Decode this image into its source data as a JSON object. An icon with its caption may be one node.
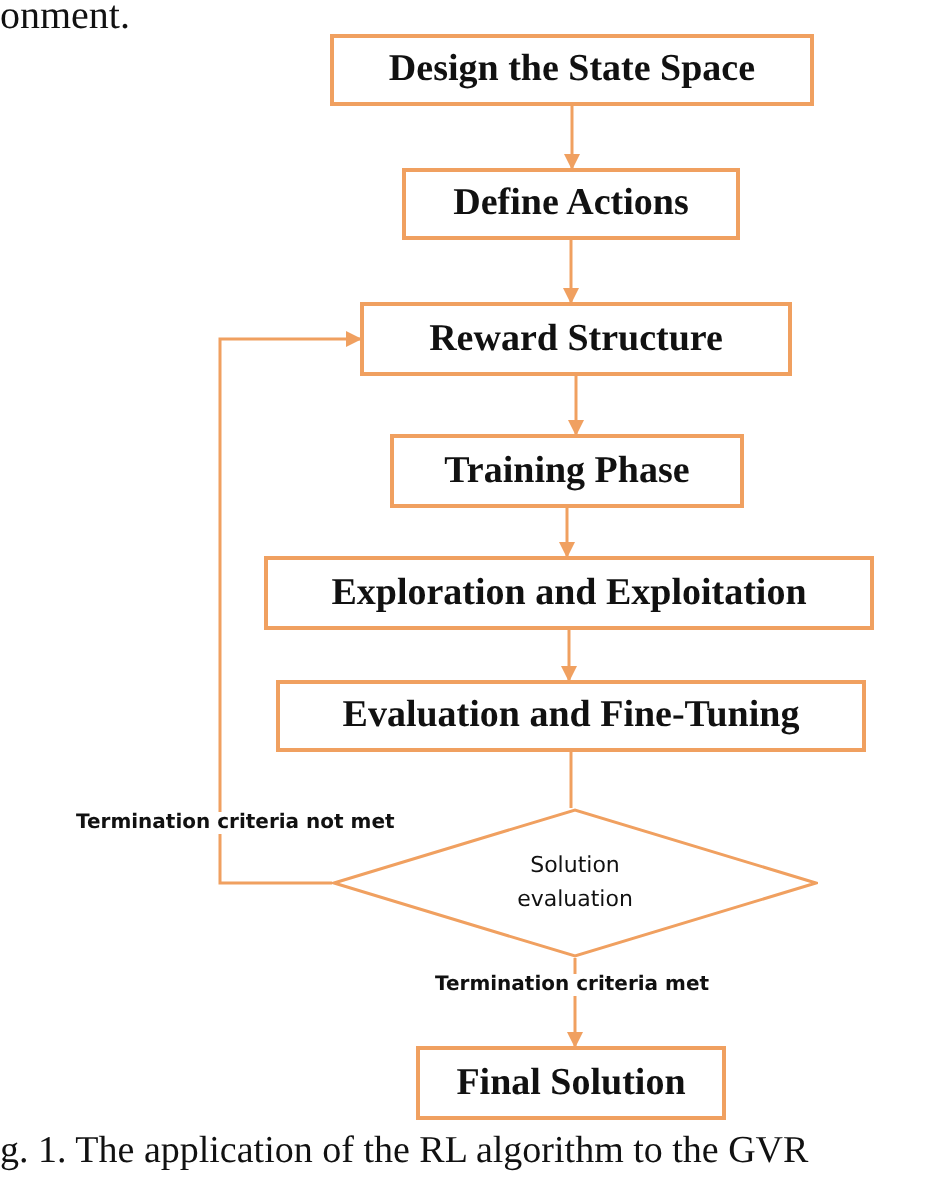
{
  "diagram": {
    "caption": "g. 1. The application of the RL algorithm to the GVR",
    "nodes": [
      {
        "text": [
          "Design the State Space"
        ]
      },
      {
        "text": [
          "Define Actions"
        ]
      },
      {
        "text": [
          "Reward Structure"
        ]
      },
      {
        "text": [
          "Training Phase"
        ]
      },
      {
        "text": [
          "Exploration and Exploitation"
        ]
      },
      {
        "text": [
          "Evaluation and Fine-Tuning"
        ]
      },
      {
        "text": [
          "Solution evaluation"
        ]
      },
      {
        "text": [
          "Final Solution"
        ]
      }
    ],
    "edges": [
      {
        "from": 0,
        "to": 1,
        "arrow": "to"
      },
      {
        "from": 1,
        "to": 2,
        "arrow": "to"
      },
      {
        "from": 2,
        "to": 3,
        "arrow": "to"
      },
      {
        "from": 3,
        "to": 4,
        "arrow": "to"
      },
      {
        "from": 4,
        "to": 5,
        "arrow": "to"
      },
      {
        "from": 5,
        "to": 6,
        "arrow": "none"
      },
      {
        "from": 6,
        "to": 2,
        "arrow": "to",
        "label": "Termination criteria not met"
      },
      {
        "from": 6,
        "to": 7,
        "arrow": "to",
        "label": "Termination criteria met"
      }
    ],
    "labels": [
      "onment."
    ]
  }
}
